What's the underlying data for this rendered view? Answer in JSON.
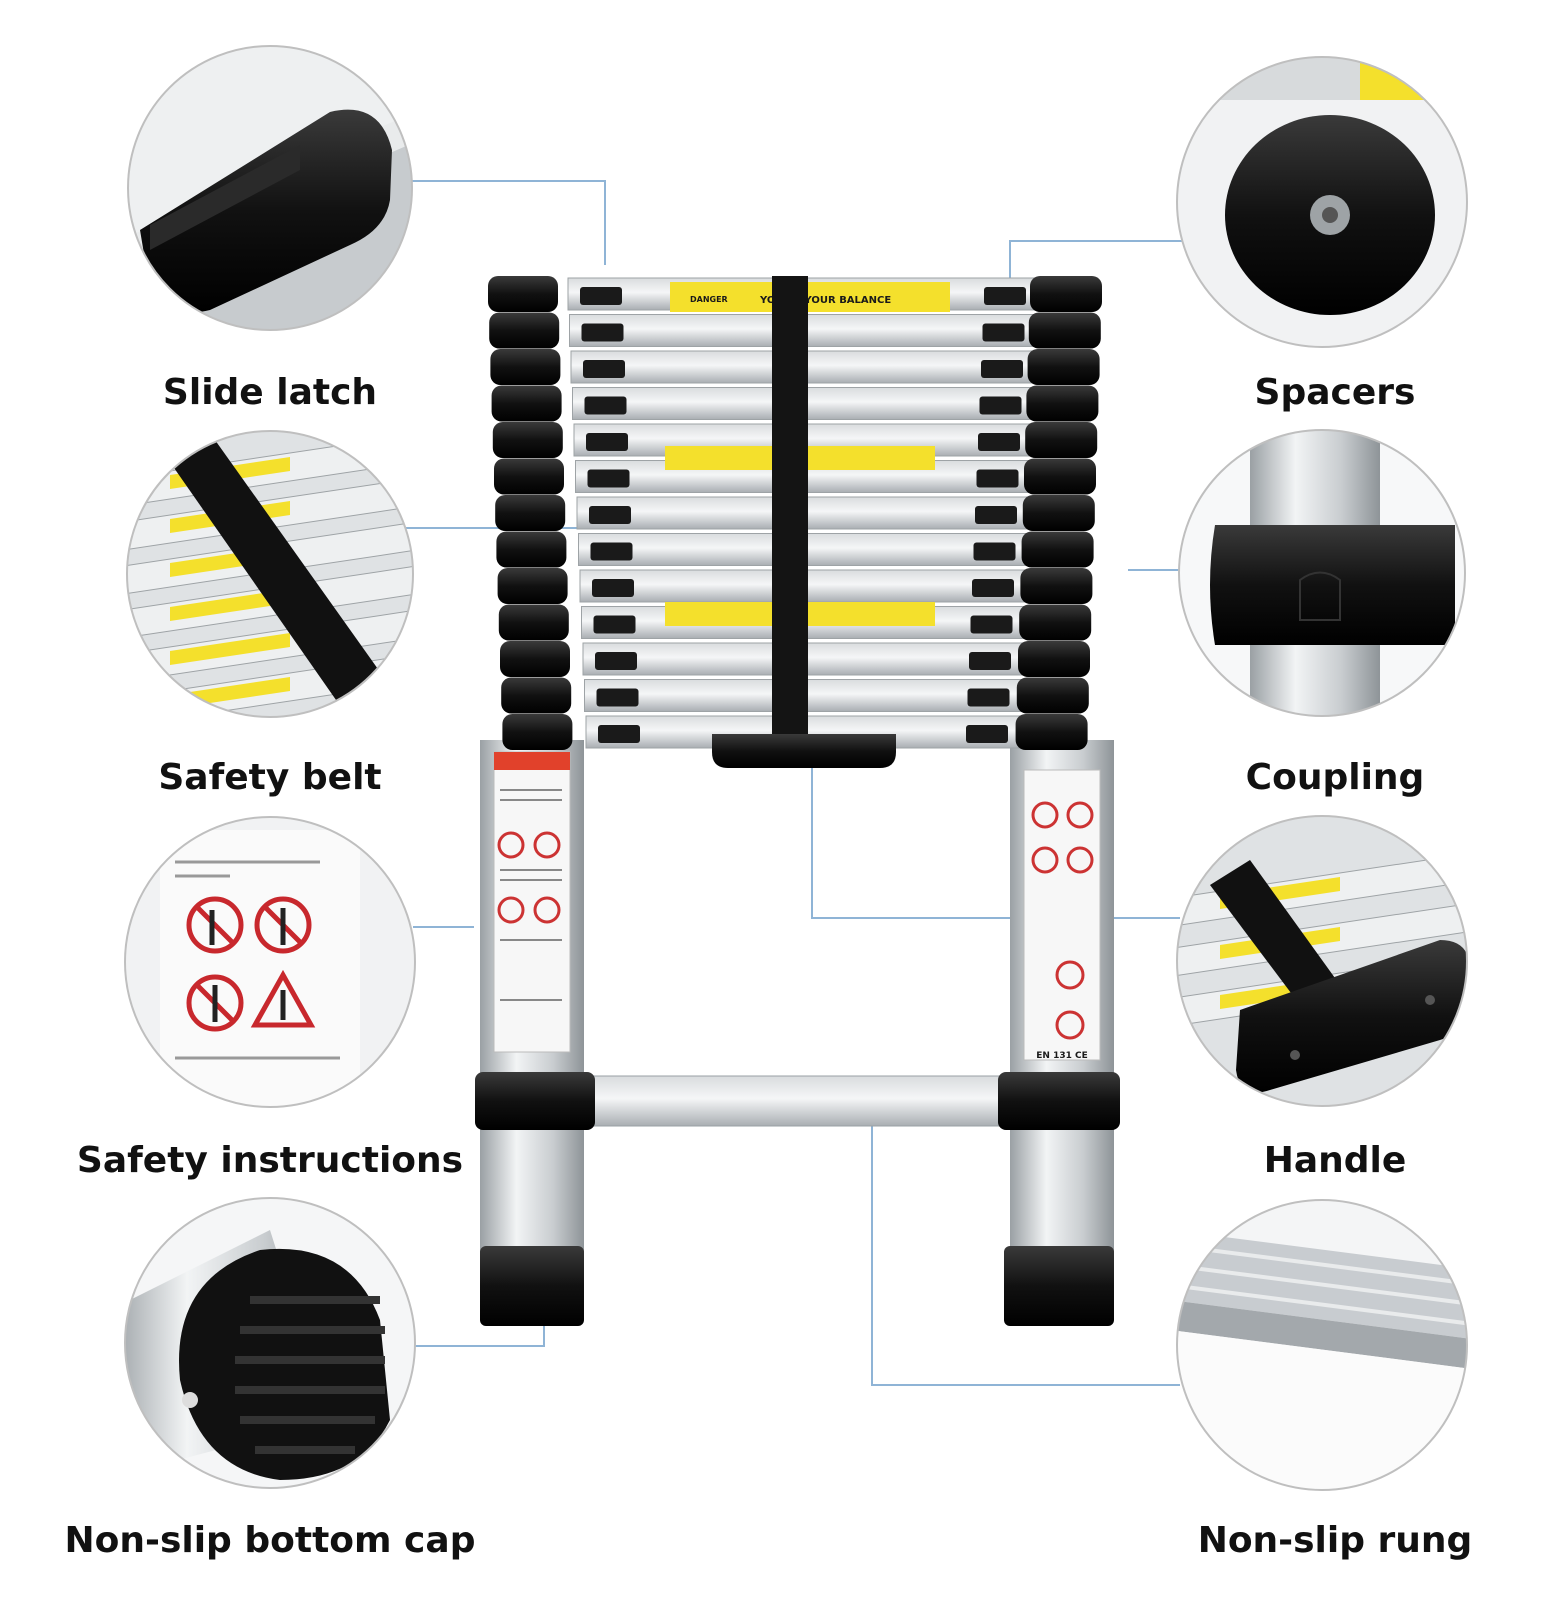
{
  "callouts": {
    "slide_latch": "Slide latch",
    "safety_belt": "Safety belt",
    "safety_instructions": "Safety instructions",
    "non_slip_bottom_cap": "Non-slip bottom cap",
    "spacers": "Spacers",
    "coupling": "Coupling",
    "handle": "Handle",
    "non_slip_rung": "Non-slip rung"
  },
  "ladder": {
    "rung_count": 13,
    "top_sticker_danger": "DANGER",
    "top_sticker_text": "YOU    SE YOUR BALANCE",
    "sticker_warning": "YOUR BALANCE",
    "standard_mark": "EN 131 CE"
  },
  "colors": {
    "aluminium": "#cfd3d6",
    "black_plastic": "#151515",
    "warning_yellow": "#f4e02c",
    "leader_line": "#8fb4d6"
  }
}
